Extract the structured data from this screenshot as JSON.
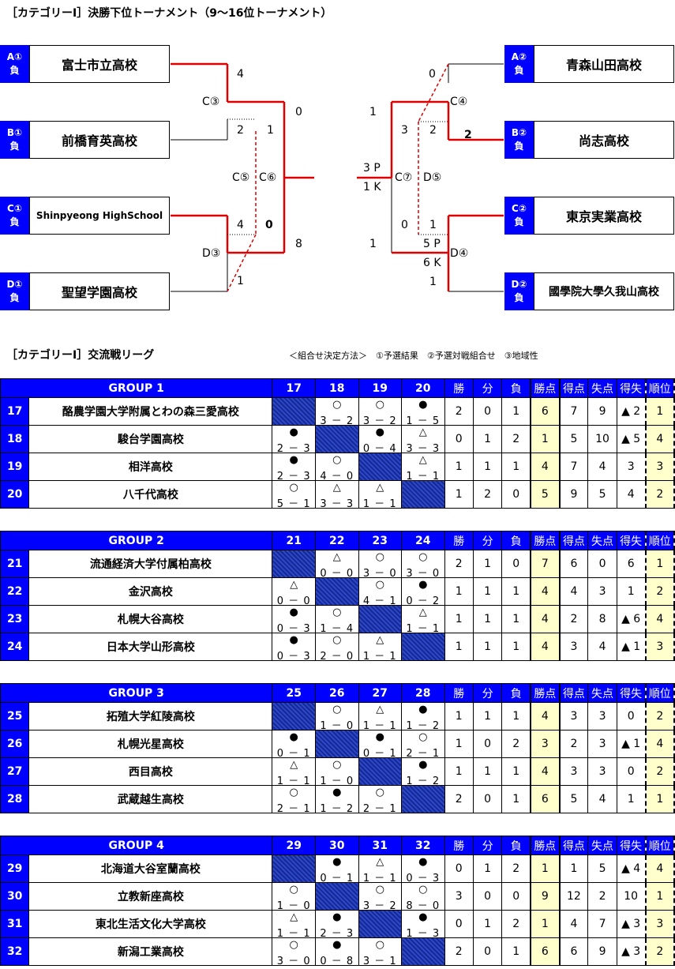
{
  "tournament": {
    "title": "［カテゴリーⅠ］決勝下位トーナメント（9～16位トーナメント）",
    "left_slots": [
      {
        "tag1": "A①",
        "tag2": "負",
        "team": "富士市立高校"
      },
      {
        "tag1": "B①",
        "tag2": "負",
        "team": "前橋育英高校"
      },
      {
        "tag1": "C①",
        "tag2": "負",
        "team": "Shinpyeong HighSchool"
      },
      {
        "tag1": "D①",
        "tag2": "負",
        "team": "聖望学園高校"
      }
    ],
    "right_slots": [
      {
        "tag1": "A②",
        "tag2": "負",
        "team": "青森山田高校"
      },
      {
        "tag1": "B②",
        "tag2": "負",
        "team": "尚志高校"
      },
      {
        "tag1": "C②",
        "tag2": "負",
        "team": "東京実業高校"
      },
      {
        "tag1": "D②",
        "tag2": "負",
        "team": "國學院大學久我山高校"
      }
    ],
    "labels": {
      "c3": "C③",
      "d3": "D③",
      "c5": "C⑤",
      "c6": "C⑥",
      "c4": "C④",
      "d4": "D④",
      "c7": "C⑦",
      "d5": "D⑤"
    },
    "scores": {
      "c3_top": "4",
      "c3_bot": "2",
      "d3_top": "4",
      "d3_bot": "1",
      "c6_top": "0",
      "c6_c5": "1",
      "c6_d3": "0",
      "c6_bot": "8",
      "c4_top": "0",
      "c4_bot": "2",
      "c4_mid": "2",
      "d4_top": "1",
      "d4_pk_p": "5 P",
      "d4_pk_k": "6 K",
      "d4_bot": "1",
      "c7_top": "1",
      "c7_c4": "3",
      "c7_p": "3 P",
      "c7_k": "1 K",
      "c7_d4": "0",
      "c7_bot": "1"
    }
  },
  "league": {
    "title": "［カテゴリーⅠ］交流戦リーグ",
    "method": "＜組合せ決定方法＞　①予選結果　②予選対戦組合せ　③地域性",
    "stat_headers": [
      "勝",
      "分",
      "負",
      "勝点",
      "得点",
      "失点",
      "得失",
      "順位"
    ],
    "groups": [
      {
        "name": "GROUP 1",
        "cols": [
          "17",
          "18",
          "19",
          "20"
        ],
        "rows": [
          {
            "num": "17",
            "team": "酪農学園大学附属とわの森三愛高校",
            "results": [
              null,
              {
                "s": "○",
                "sc": "3 － 2"
              },
              {
                "s": "○",
                "sc": "3 － 2"
              },
              {
                "s": "●",
                "sc": "1 － 5"
              }
            ],
            "stats": [
              "2",
              "0",
              "1",
              "6",
              "7",
              "9",
              "▲ 2",
              "1"
            ]
          },
          {
            "num": "18",
            "team": "駿台学園高校",
            "results": [
              {
                "s": "●",
                "sc": "2 － 3"
              },
              null,
              {
                "s": "●",
                "sc": "0 － 4"
              },
              {
                "s": "△",
                "sc": "3 － 3"
              }
            ],
            "stats": [
              "0",
              "1",
              "2",
              "1",
              "5",
              "10",
              "▲ 5",
              "4"
            ]
          },
          {
            "num": "19",
            "team": "相洋高校",
            "results": [
              {
                "s": "●",
                "sc": "2 － 3"
              },
              {
                "s": "○",
                "sc": "4 － 0"
              },
              null,
              {
                "s": "△",
                "sc": "1 － 1"
              }
            ],
            "stats": [
              "1",
              "1",
              "1",
              "4",
              "7",
              "4",
              "3",
              "3"
            ]
          },
          {
            "num": "20",
            "team": "八千代高校",
            "results": [
              {
                "s": "○",
                "sc": "5 － 1"
              },
              {
                "s": "△",
                "sc": "3 － 3"
              },
              {
                "s": "△",
                "sc": "1 － 1"
              },
              null
            ],
            "stats": [
              "1",
              "2",
              "0",
              "5",
              "9",
              "5",
              "4",
              "2"
            ]
          }
        ]
      },
      {
        "name": "GROUP 2",
        "cols": [
          "21",
          "22",
          "23",
          "24"
        ],
        "rows": [
          {
            "num": "21",
            "team": "流通経済大学付属柏高校",
            "results": [
              null,
              {
                "s": "△",
                "sc": "0 － 0"
              },
              {
                "s": "○",
                "sc": "3 － 0"
              },
              {
                "s": "○",
                "sc": "3 － 0"
              }
            ],
            "stats": [
              "2",
              "1",
              "0",
              "7",
              "6",
              "0",
              "6",
              "1"
            ]
          },
          {
            "num": "22",
            "team": "金沢高校",
            "results": [
              {
                "s": "△",
                "sc": "0 － 0"
              },
              null,
              {
                "s": "○",
                "sc": "4 － 1"
              },
              {
                "s": "●",
                "sc": "0 － 2"
              }
            ],
            "stats": [
              "1",
              "1",
              "1",
              "4",
              "4",
              "3",
              "1",
              "2"
            ]
          },
          {
            "num": "23",
            "team": "札幌大谷高校",
            "results": [
              {
                "s": "●",
                "sc": "0 － 3"
              },
              {
                "s": "○",
                "sc": "1 － 4"
              },
              null,
              {
                "s": "△",
                "sc": "1 － 1"
              }
            ],
            "stats": [
              "1",
              "1",
              "1",
              "4",
              "2",
              "8",
              "▲ 6",
              "4"
            ]
          },
          {
            "num": "24",
            "team": "日本大学山形高校",
            "results": [
              {
                "s": "●",
                "sc": "0 － 3"
              },
              {
                "s": "○",
                "sc": "2 － 0"
              },
              {
                "s": "△",
                "sc": "1 － 1"
              },
              null
            ],
            "stats": [
              "1",
              "1",
              "1",
              "4",
              "3",
              "4",
              "▲ 1",
              "3"
            ]
          }
        ]
      },
      {
        "name": "GROUP 3",
        "cols": [
          "25",
          "26",
          "27",
          "28"
        ],
        "rows": [
          {
            "num": "25",
            "team": "拓殖大学紅陵高校",
            "results": [
              null,
              {
                "s": "○",
                "sc": "1 － 0"
              },
              {
                "s": "△",
                "sc": "1 － 1"
              },
              {
                "s": "●",
                "sc": "1 － 2"
              }
            ],
            "stats": [
              "1",
              "1",
              "1",
              "4",
              "3",
              "3",
              "0",
              "2"
            ]
          },
          {
            "num": "26",
            "team": "札幌光星高校",
            "results": [
              {
                "s": "●",
                "sc": "0 － 1"
              },
              null,
              {
                "s": "●",
                "sc": "0 － 1"
              },
              {
                "s": "○",
                "sc": "2 － 1"
              }
            ],
            "stats": [
              "1",
              "0",
              "2",
              "3",
              "2",
              "3",
              "▲ 1",
              "4"
            ]
          },
          {
            "num": "27",
            "team": "西目高校",
            "results": [
              {
                "s": "△",
                "sc": "1 － 1"
              },
              {
                "s": "○",
                "sc": "1 － 0"
              },
              null,
              {
                "s": "●",
                "sc": "1 － 2"
              }
            ],
            "stats": [
              "1",
              "1",
              "1",
              "4",
              "3",
              "3",
              "0",
              "2"
            ]
          },
          {
            "num": "28",
            "team": "武蔵越生高校",
            "results": [
              {
                "s": "○",
                "sc": "2 － 1"
              },
              {
                "s": "●",
                "sc": "1 － 2"
              },
              {
                "s": "○",
                "sc": "2 － 1"
              },
              null
            ],
            "stats": [
              "2",
              "0",
              "1",
              "6",
              "5",
              "4",
              "1",
              "1"
            ]
          }
        ]
      },
      {
        "name": "GROUP 4",
        "cols": [
          "29",
          "30",
          "31",
          "32"
        ],
        "rows": [
          {
            "num": "29",
            "team": "北海道大谷室蘭高校",
            "results": [
              null,
              {
                "s": "●",
                "sc": "0 － 1"
              },
              {
                "s": "△",
                "sc": "1 － 1"
              },
              {
                "s": "●",
                "sc": "0 － 3"
              }
            ],
            "stats": [
              "0",
              "1",
              "2",
              "1",
              "1",
              "5",
              "▲ 4",
              "4"
            ]
          },
          {
            "num": "30",
            "team": "立教新座高校",
            "results": [
              {
                "s": "○",
                "sc": "1 － 0"
              },
              null,
              {
                "s": "○",
                "sc": "3 － 2"
              },
              {
                "s": "○",
                "sc": "8 － 0"
              }
            ],
            "stats": [
              "3",
              "0",
              "0",
              "9",
              "12",
              "2",
              "10",
              "1"
            ]
          },
          {
            "num": "31",
            "team": "東北生活文化大学高校",
            "results": [
              {
                "s": "△",
                "sc": "1 － 1"
              },
              {
                "s": "●",
                "sc": "2 － 3"
              },
              null,
              {
                "s": "●",
                "sc": "1 － 3"
              }
            ],
            "stats": [
              "0",
              "1",
              "2",
              "1",
              "4",
              "7",
              "▲ 3",
              "3"
            ]
          },
          {
            "num": "32",
            "team": "新潟工業高校",
            "results": [
              {
                "s": "○",
                "sc": "3 － 0"
              },
              {
                "s": "●",
                "sc": "0 － 8"
              },
              {
                "s": "○",
                "sc": "3 － 1"
              },
              null
            ],
            "stats": [
              "2",
              "0",
              "1",
              "6",
              "6",
              "9",
              "▲ 3",
              "2"
            ]
          }
        ]
      }
    ]
  }
}
